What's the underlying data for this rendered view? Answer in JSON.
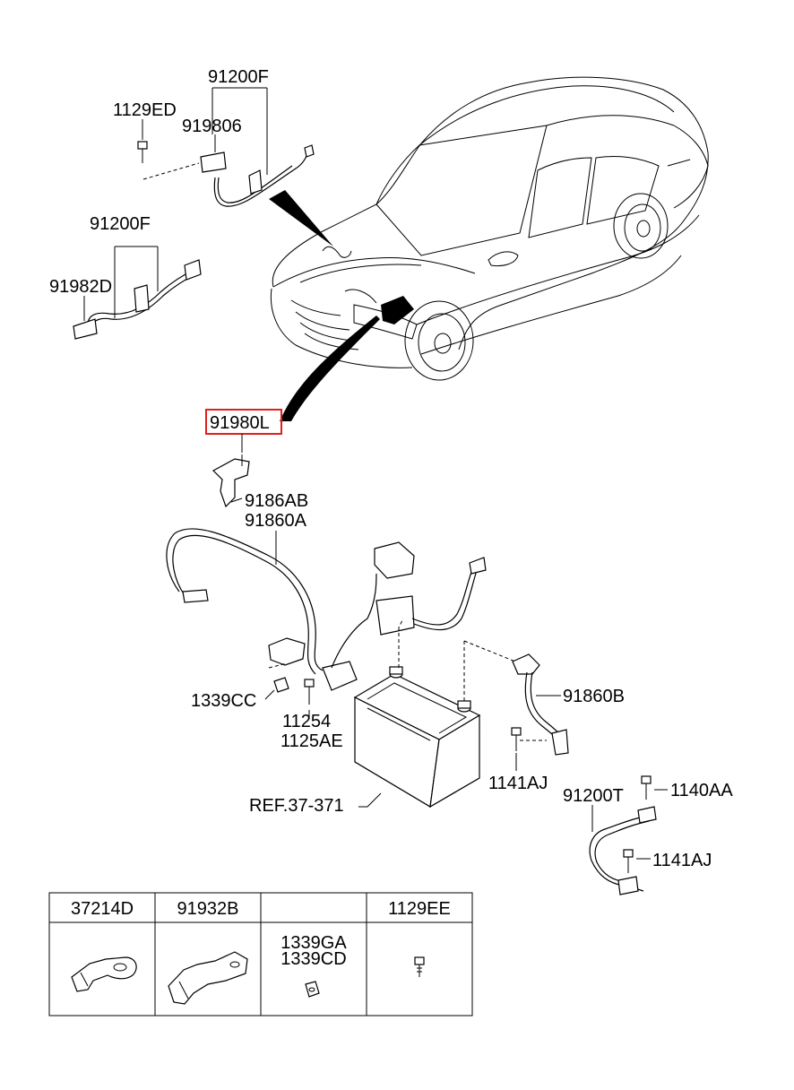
{
  "labels": {
    "harness_top": "91200F",
    "bolt_top": "1129ED",
    "clip_top": "919806",
    "harness_mid": "91200F",
    "clip_mid": "91982D",
    "selected_part": "91980L",
    "bracket": "9186AB",
    "cable_positive": "91860A",
    "nut_left": "1339CC",
    "bolt_a": "11254",
    "bolt_b": "1125AE",
    "cable_negative": "91860B",
    "screw_right": "1141AJ",
    "battery_ref": "REF.37-371",
    "harness_bottom": "91200T",
    "bolt_bottom": "1140AA",
    "screw_bottom": "1141AJ"
  },
  "table": {
    "headers": [
      "37214D",
      "91932B",
      "",
      "1129EE"
    ],
    "cell3_line1": "1339GA",
    "cell3_line2": "1339CD"
  },
  "colors": {
    "line": "#000000",
    "highlight": "#e0201c",
    "background": "#ffffff"
  }
}
